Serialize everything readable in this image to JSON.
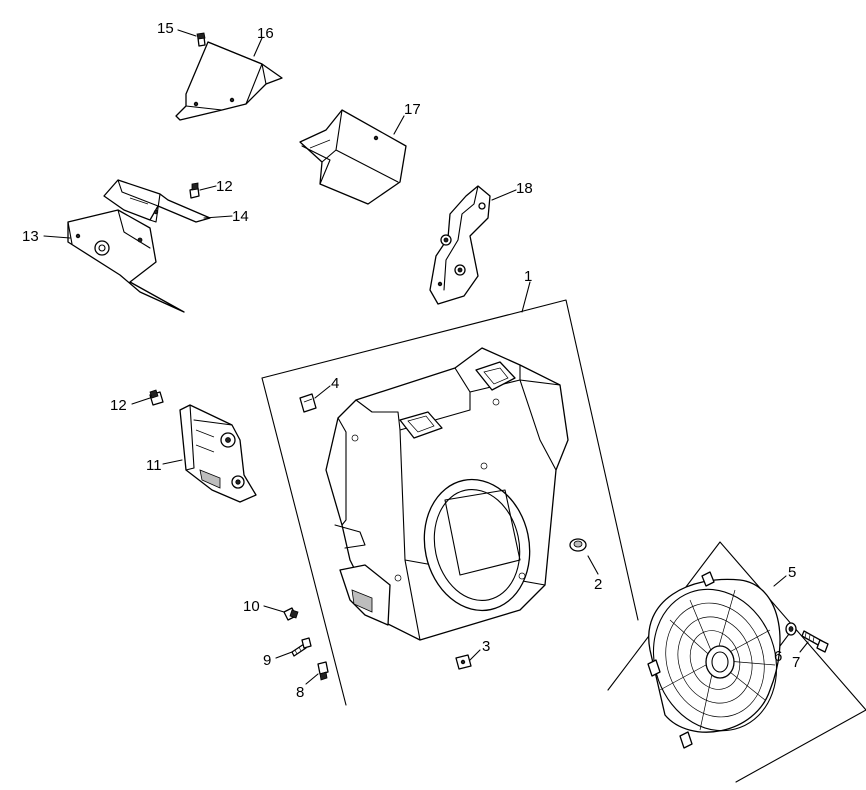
{
  "diagram": {
    "callouts": [
      {
        "id": "1",
        "label": "1"
      },
      {
        "id": "2",
        "label": "2"
      },
      {
        "id": "3",
        "label": "3"
      },
      {
        "id": "4",
        "label": "4"
      },
      {
        "id": "5",
        "label": "5"
      },
      {
        "id": "6",
        "label": "6"
      },
      {
        "id": "7",
        "label": "7"
      },
      {
        "id": "8",
        "label": "8"
      },
      {
        "id": "9",
        "label": "9"
      },
      {
        "id": "10",
        "label": "10"
      },
      {
        "id": "11",
        "label": "11"
      },
      {
        "id": "12a",
        "label": "12"
      },
      {
        "id": "12b",
        "label": "12"
      },
      {
        "id": "13",
        "label": "13"
      },
      {
        "id": "14",
        "label": "14"
      },
      {
        "id": "15",
        "label": "15"
      },
      {
        "id": "16",
        "label": "16"
      },
      {
        "id": "17",
        "label": "17"
      },
      {
        "id": "18",
        "label": "18"
      }
    ]
  }
}
